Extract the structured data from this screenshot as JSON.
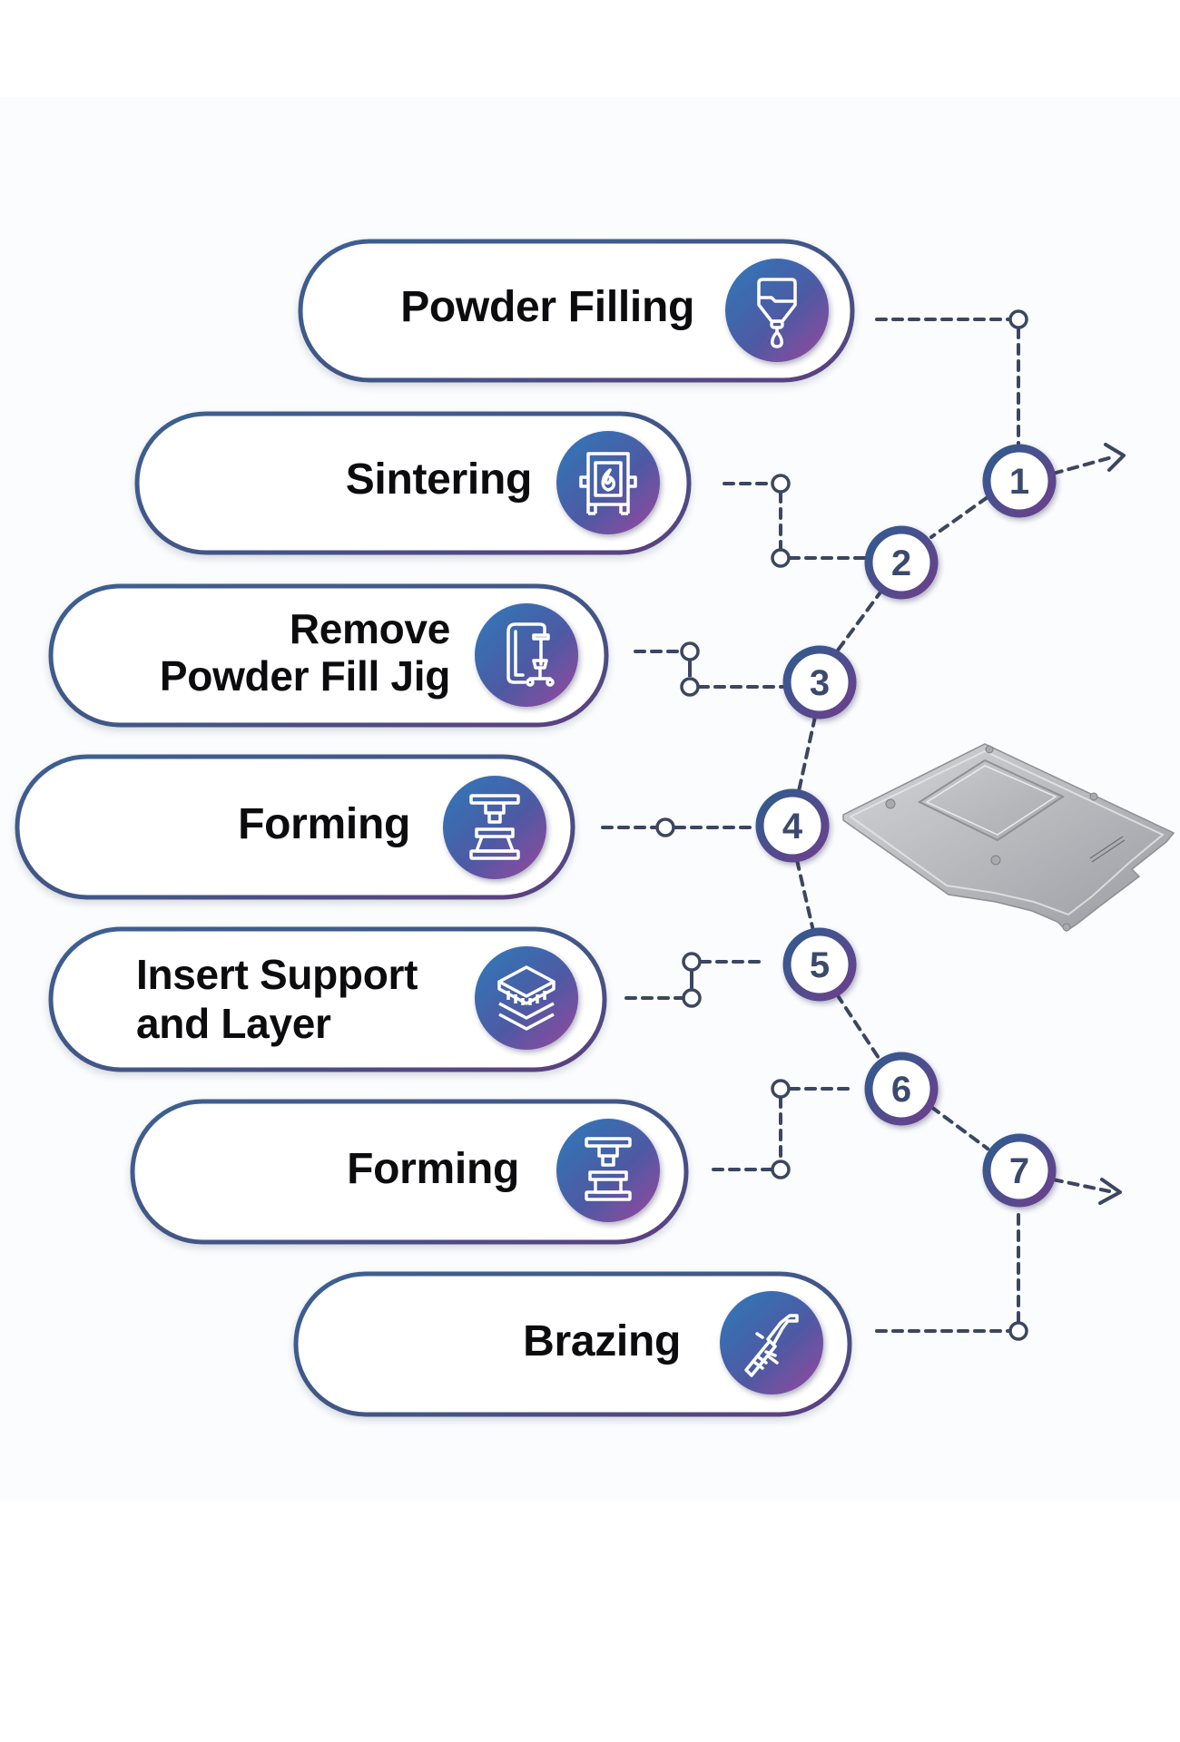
{
  "title": "Process Flow",
  "steps": [
    {
      "number": "1",
      "label": "Powder Filling",
      "icon": "powder-funnel-icon"
    },
    {
      "number": "2",
      "label": "Sintering",
      "icon": "furnace-flame-icon"
    },
    {
      "number": "3",
      "label": "Remove Powder Fill Jig",
      "label_lines": [
        "Remove",
        "Powder Fill Jig"
      ],
      "icon": "c-clamp-icon"
    },
    {
      "number": "4",
      "label": "Forming",
      "icon": "press-icon"
    },
    {
      "number": "5",
      "label": "Insert Support and Layer",
      "label_lines": [
        "Insert Support",
        "and Layer"
      ],
      "icon": "layers-icon"
    },
    {
      "number": "6",
      "label": "Forming",
      "icon": "press-icon"
    },
    {
      "number": "7",
      "label": "Brazing",
      "icon": "brazing-torch-icon"
    }
  ],
  "labels": {
    "s1": "Powder Filling",
    "s2": "Sintering",
    "s3a": "Remove",
    "s3b": "Powder Fill Jig",
    "s4": "Forming",
    "s5a": "Insert Support",
    "s5b": "and Layer",
    "s6": "Forming",
    "s7": "Brazing"
  },
  "numbers": [
    "1",
    "2",
    "3",
    "4",
    "5",
    "6",
    "7"
  ],
  "product_image": "metal-cold-plate-image",
  "colors": {
    "pill_border_blue": "#3f5b8c",
    "pill_border_purple": "#5a3f7d",
    "icon_grad_blue": "#3b6fb0",
    "icon_grad_purple": "#8a4aa0",
    "connector": "#3c4660",
    "text": "#0c0c0f"
  }
}
